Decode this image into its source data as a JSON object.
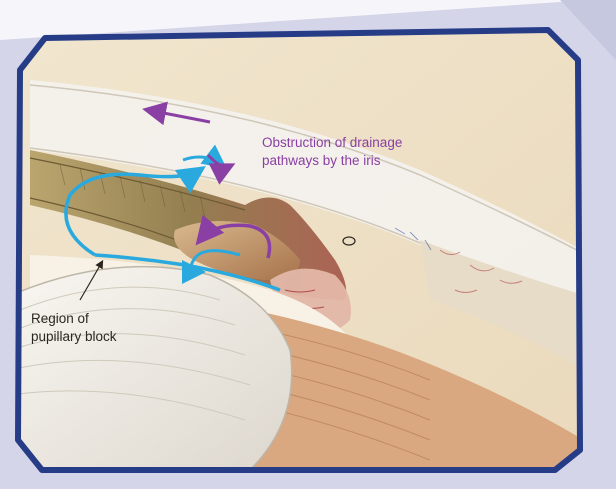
{
  "slide": {
    "caption_partial": "",
    "colors": {
      "background_left": "#f7f7fb",
      "background_panel": "#d2d3e6",
      "frame_border": "#263c87",
      "arrow_blue": "#2aa9df",
      "arrow_purple": "#8a3fa4"
    }
  },
  "figure": {
    "labels": {
      "drainage_line1": "Obstruction of drainage",
      "drainage_line2": "pathways by the iris",
      "pupillary_line1": "Region of",
      "pupillary_line2": "pupillary block"
    }
  }
}
